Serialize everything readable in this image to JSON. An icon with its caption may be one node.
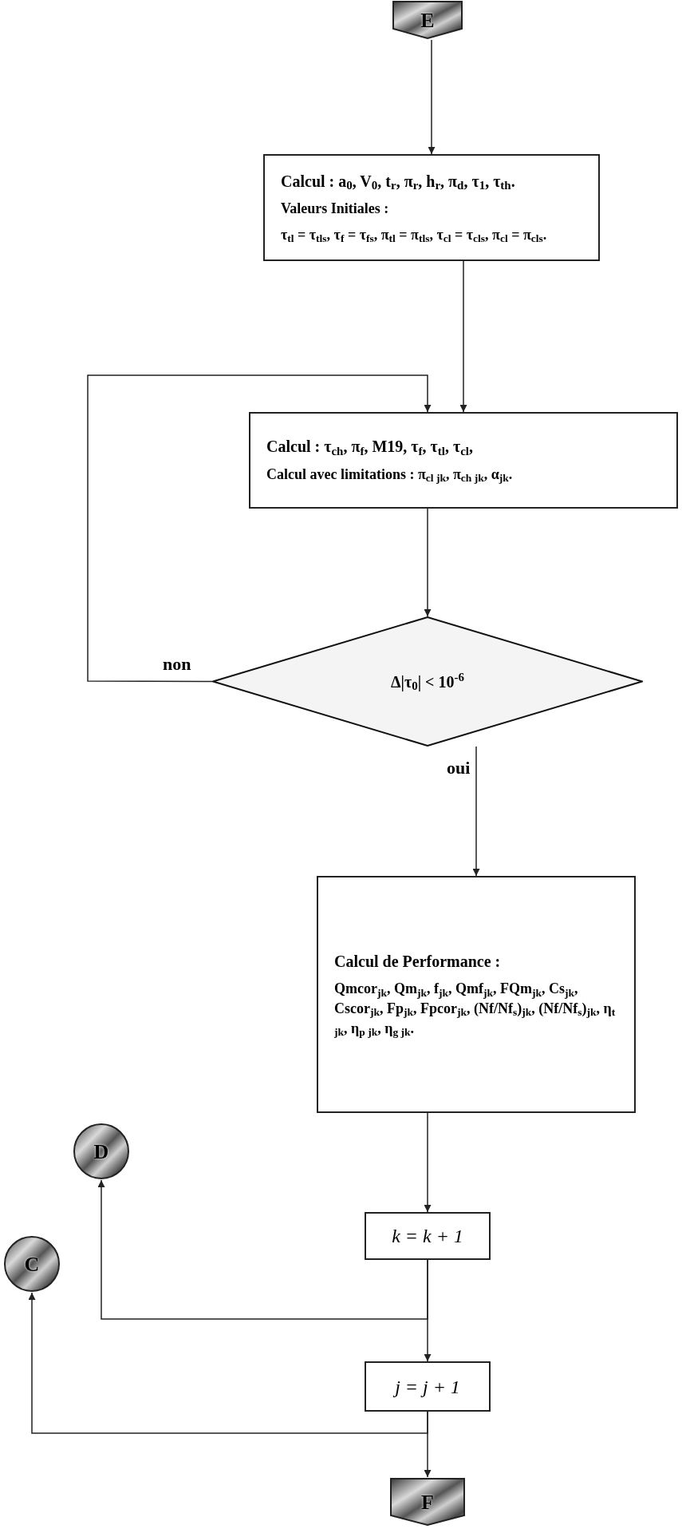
{
  "diagram": {
    "nodes": [
      {
        "text": [
          "E"
        ]
      },
      {
        "text": [
          "Calcul : a$_{0}$, V$_{0}$, t$_{r}$, π$_{r}$, h$_{r}$, π$_{d}$, τ$_{1}$, τ$_{th}$.",
          "Valeurs Initiales :",
          "τ$_{tl}$ = τ$_{tls}$, τ$_{f}$ = τ$_{fs}$, π$_{tl}$ = π$_{tls}$, τ$_{cl}$ = τ$_{cls}$, π$_{cl}$ = π$_{cls}$."
        ]
      },
      {
        "text": [
          "Calcul : τ$_{ch}$, π$_{f}$, M19, τ$_{f}$, τ$_{tl}$, τ$_{cl}$,",
          "Calcul avec limitations : π$_{cl jk}$, π$_{ch jk}$, α$_{jk}$."
        ]
      },
      {
        "text": [
          "Δ|τ$_{0}$| < 10$^{-6}$"
        ]
      },
      {
        "text": [
          "Calcul de Performance :",
          "Qmcor$_{jk}$, Qm$_{jk}$, f$_{jk}$, Qmf$_{jk}$, FQm$_{jk}$, Cs$_{jk}$, Cscor$_{jk}$, Fp$_{jk}$, Fpcor$_{jk}$, (Nf/Nf$_{s}$)$_{jk}$, (Nf/Nf$_{s}$)$_{jk}$, η$_{t jk}$, η$_{p jk}$, η$_{g jk}$."
        ]
      },
      {
        "text": [
          "D"
        ]
      },
      {
        "text": [
          "C"
        ]
      },
      {
        "text": [
          "k = k + 1"
        ]
      },
      {
        "text": [
          "j = j + 1"
        ]
      },
      {
        "text": [
          "F"
        ]
      }
    ],
    "edges": [
      {
        "from": 0,
        "to": 1,
        "arrow": "to"
      },
      {
        "from": 1,
        "to": 2,
        "arrow": "to"
      },
      {
        "from": 2,
        "to": 3,
        "arrow": "to"
      },
      {
        "from": 3,
        "to": 2,
        "arrow": "to",
        "label": "non"
      },
      {
        "from": 3,
        "to": 4,
        "arrow": "to",
        "label": "oui"
      },
      {
        "from": 4,
        "to": 7,
        "arrow": "to"
      },
      {
        "from": 7,
        "to": 8,
        "arrow": "to"
      },
      {
        "from": 7,
        "to": 5,
        "arrow": "to"
      },
      {
        "from": 8,
        "to": 9,
        "arrow": "to"
      },
      {
        "from": 8,
        "to": 6,
        "arrow": "to"
      }
    ]
  }
}
